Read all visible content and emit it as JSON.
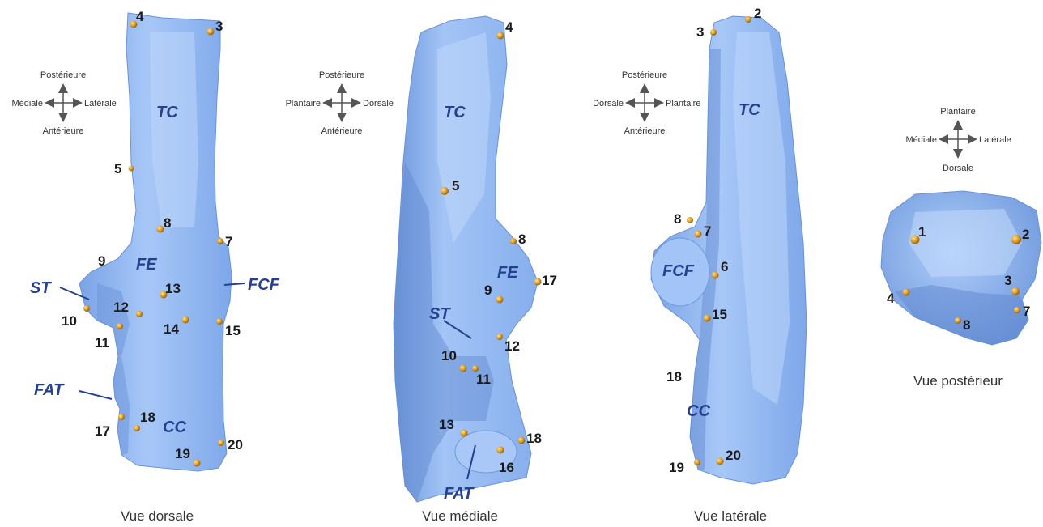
{
  "views": [
    {
      "caption": "Vue dorsale",
      "compass": {
        "up": "Postérieure",
        "down": "Antérieure",
        "left": "Médiale",
        "right": "Latérale"
      },
      "regions": [
        "TC",
        "FE",
        "ST",
        "FCF",
        "FAT",
        "CC"
      ],
      "landmarks": [
        "3",
        "4",
        "5",
        "7",
        "8",
        "9",
        "10",
        "11",
        "12",
        "13",
        "14",
        "15",
        "17",
        "18",
        "19",
        "20"
      ]
    },
    {
      "caption": "Vue médiale",
      "compass": {
        "up": "Postérieure",
        "down": "Antérieure",
        "left": "Plantaire",
        "right": "Dorsale"
      },
      "regions": [
        "TC",
        "FE",
        "ST",
        "FAT"
      ],
      "landmarks": [
        "4",
        "5",
        "8",
        "9",
        "10",
        "11",
        "12",
        "13",
        "16",
        "17",
        "18"
      ]
    },
    {
      "caption": "Vue latérale",
      "compass": {
        "up": "Postérieure",
        "down": "Antérieure",
        "left": "Dorsale",
        "right": "Plantaire"
      },
      "regions": [
        "TC",
        "FCF",
        "CC"
      ],
      "landmarks": [
        "2",
        "3",
        "6",
        "7",
        "8",
        "15",
        "18",
        "19",
        "20"
      ]
    },
    {
      "caption": "Vue postérieur",
      "compass": {
        "up": "Plantaire",
        "down": "Dorsale",
        "left": "Médiale",
        "right": "Latérale"
      },
      "regions": [],
      "landmarks": [
        "1",
        "2",
        "3",
        "4",
        "7",
        "8"
      ]
    }
  ],
  "colors": {
    "bone": "#8eb6f0",
    "bone_shade": "#6f97db",
    "bone_light": "#b6d2fa",
    "landmark": "#d4951e",
    "region_text": "#24408f",
    "number_text": "#1a1a1a"
  }
}
